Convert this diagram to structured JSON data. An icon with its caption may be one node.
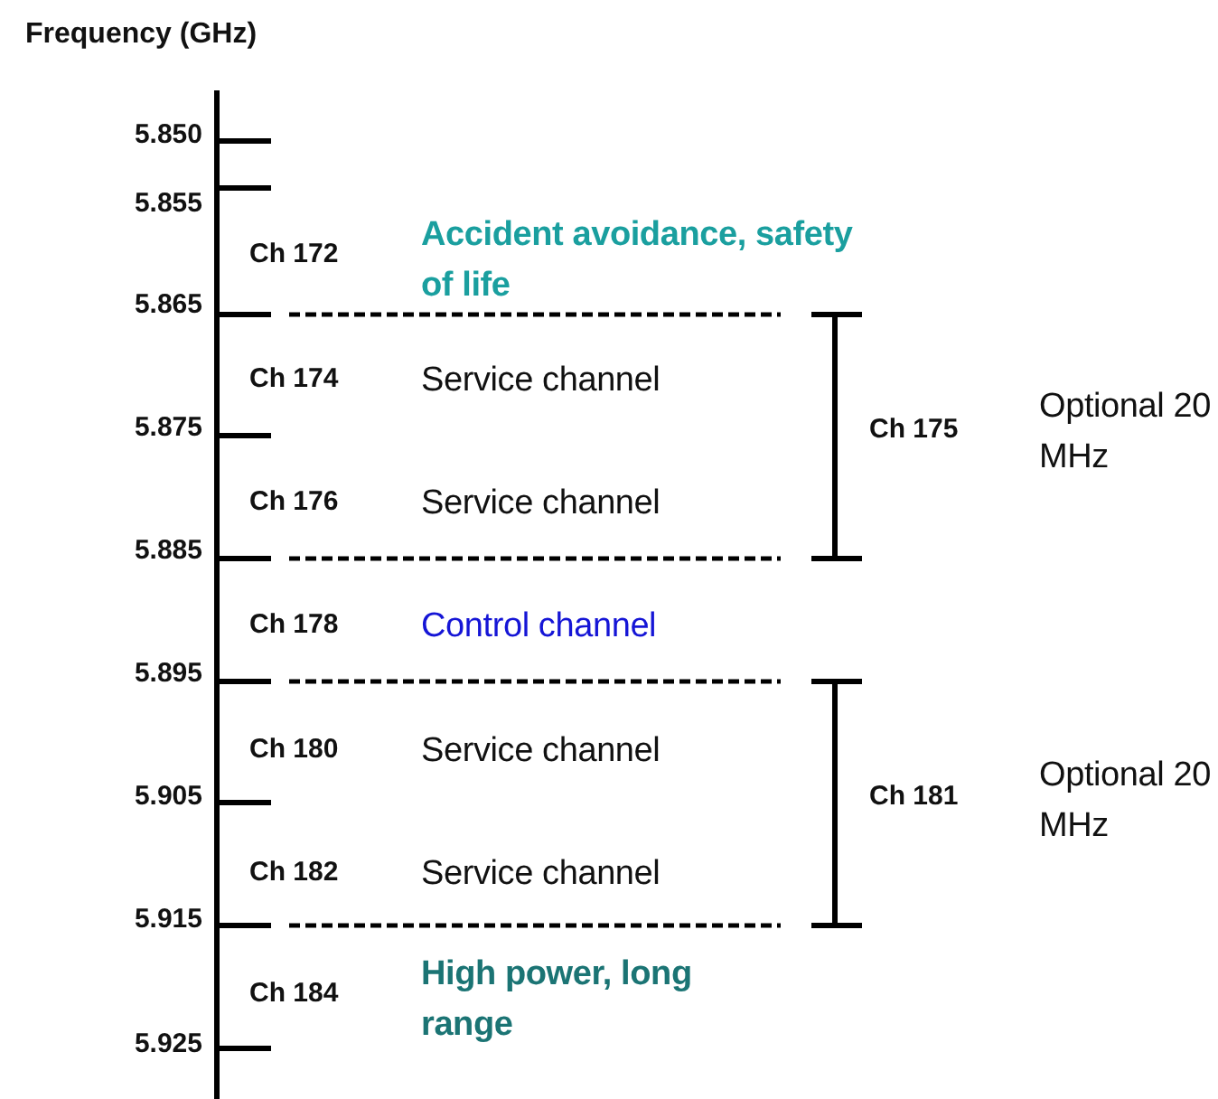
{
  "diagram": {
    "labels": [
      "Frequency (GHz)",
      "5.850",
      "5.855",
      "Ch 172",
      "Accident avoidance, safety of life",
      "5.865",
      "Ch 174",
      "Service channel",
      "Ch 175",
      "Optional 20 MHz",
      "5.875",
      "Ch 176",
      "Service channel",
      "5.885",
      "Ch 178",
      "Control channel",
      "5.895",
      "Ch 180",
      "Service channel",
      "Ch 181",
      "Optional 20 MHz",
      "5.905",
      "Ch 182",
      "Service channel",
      "5.915",
      "Ch 184",
      "High power, long range",
      "5.925"
    ]
  }
}
